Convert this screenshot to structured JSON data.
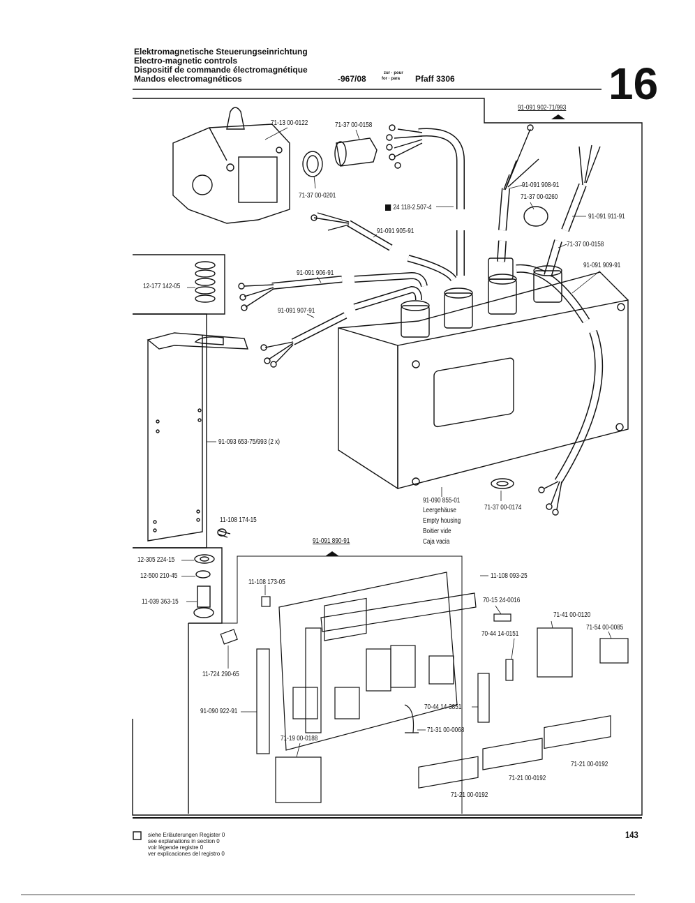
{
  "header": {
    "title_de": "Elektromagnetische Steuerungseinrichtung",
    "title_en": "Electro-magnetic controls",
    "title_fr": "Dispositif de commande électromagnétique",
    "title_es": "Mandos electromagnéticos",
    "model_code": "-967/08",
    "for_label_1": "zur · pour",
    "for_label_2": "for · para",
    "machine": "Pfaff 3306",
    "chapter": "16"
  },
  "parts": {
    "p_902": "91-091 902-71/993",
    "p_0122": "71-13 00-0122",
    "p_0158a": "71-37 00-0158",
    "p_0201": "71-37 00-0201",
    "p_118": "24 118-2.507-4",
    "p_905": "91-091 905-91",
    "p_908": "91-091 908-91",
    "p_0260": "71-37 00-0260",
    "p_911": "91-091 911-91",
    "p_0158b": "71-37 00-0158",
    "p_909": "91-091 909-91",
    "p_12177": "12-177 142-05",
    "p_906": "91-091 906-91",
    "p_907": "91-091 907-91",
    "p_653": "91-093 653-75/993 (2 x)",
    "p_855": "91-090 855-01",
    "p_0174": "71-37 00-0174",
    "p_174": "11-108 174-15",
    "p_890": "91-091 890-91",
    "p_224": "12-305 224-15",
    "p_210": "12-500 210-45",
    "p_363": "11-039 363-15",
    "p_173": "11-108 173-05",
    "p_093": "11-108 093-25",
    "p_0016": "70-15 24-0016",
    "p_0120": "71-41 00-0120",
    "p_0085": "71-54 00-0085",
    "p_0151": "70-44 14-0151",
    "p_290": "11-724 290-65",
    "p_922": "91-090 922-91",
    "p_3851": "70-44 14-3851",
    "p_0068": "71-31 00-0068",
    "p_0188": "71-19 00-0188",
    "p_0192a": "71-21 00-0192",
    "p_0192b": "71-21 00-0192",
    "p_0192c": "71-21 00-0192"
  },
  "housing": {
    "de": "Leergehäuse",
    "en": "Empty housing",
    "fr": "Boitier vide",
    "es": "Caja vacia"
  },
  "footer": {
    "note_de": "siehe Erläuterungen Register 0",
    "note_en": "see explanations in section 0",
    "note_fr": "voir légende registre 0",
    "note_es": "ver explicaciones del registro 0",
    "page": "143"
  }
}
